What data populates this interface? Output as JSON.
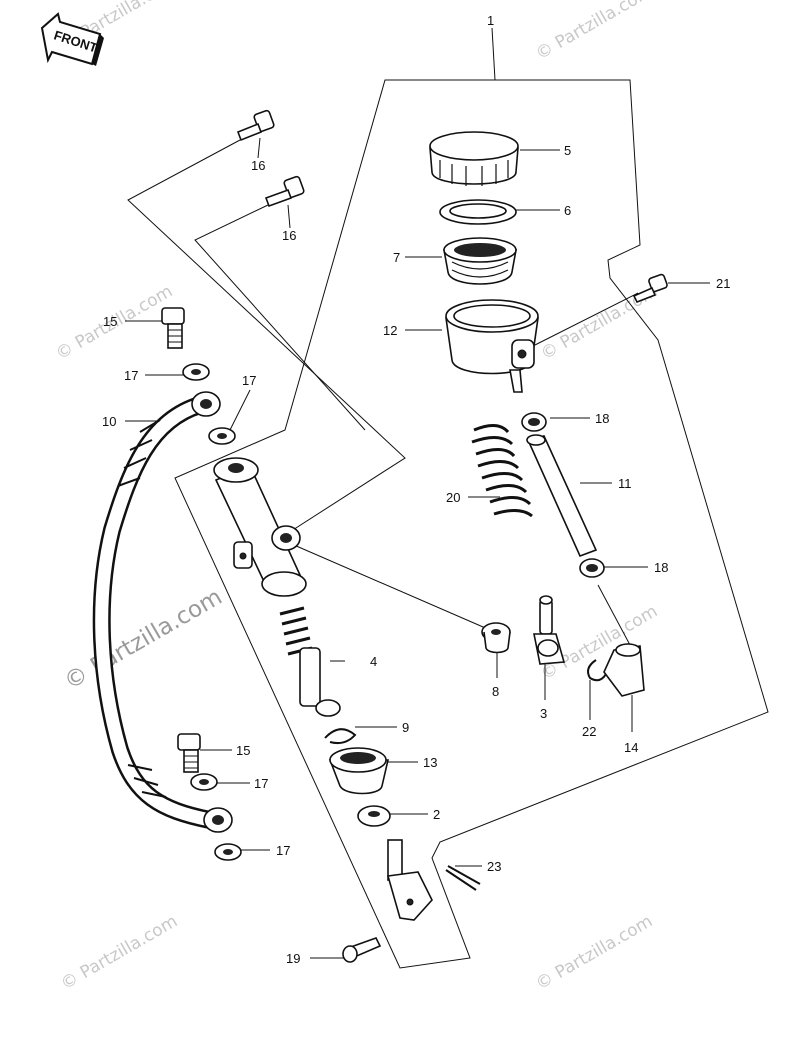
{
  "front_label": "FRONT",
  "watermark": "© Partzilla.com",
  "labels": {
    "p1": "1",
    "p2": "2",
    "p3": "3",
    "p4": "4",
    "p5": "5",
    "p6": "6",
    "p7": "7",
    "p8": "8",
    "p9": "9",
    "p10": "10",
    "p11": "11",
    "p12": "12",
    "p13": "13",
    "p14": "14",
    "p15a": "15",
    "p15b": "15",
    "p16a": "16",
    "p16b": "16",
    "p17a": "17",
    "p17b": "17",
    "p17c": "17",
    "p17d": "17",
    "p18a": "18",
    "p18b": "18",
    "p19": "19",
    "p20": "20",
    "p21": "21",
    "p22": "22",
    "p23": "23"
  }
}
